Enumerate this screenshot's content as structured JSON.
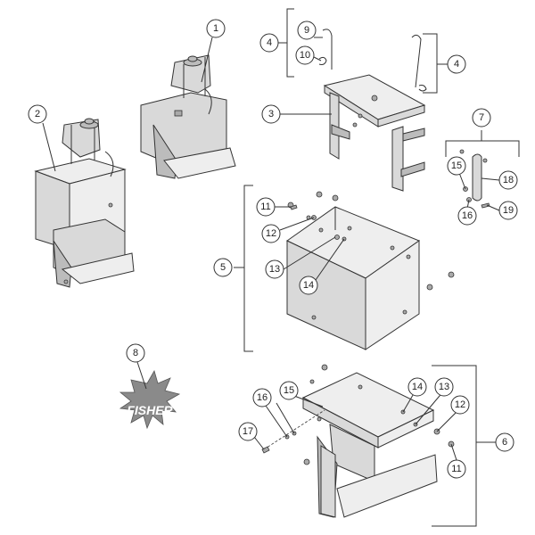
{
  "callouts": {
    "c1": "1",
    "c2": "2",
    "c3": "3",
    "c4a": "4",
    "c4b": "4",
    "c5": "5",
    "c6": "6",
    "c7": "7",
    "c8": "8",
    "c9": "9",
    "c10": "10",
    "c11a": "11",
    "c11b": "11",
    "c12a": "12",
    "c12b": "12",
    "c13a": "13",
    "c13b": "13",
    "c14a": "14",
    "c14b": "14",
    "c15a": "15",
    "c15b": "15",
    "c16a": "16",
    "c16b": "16",
    "c17": "17",
    "c18": "18",
    "c19": "19"
  },
  "logo": {
    "text": "FISHER",
    "color": "#8a8a8a"
  }
}
